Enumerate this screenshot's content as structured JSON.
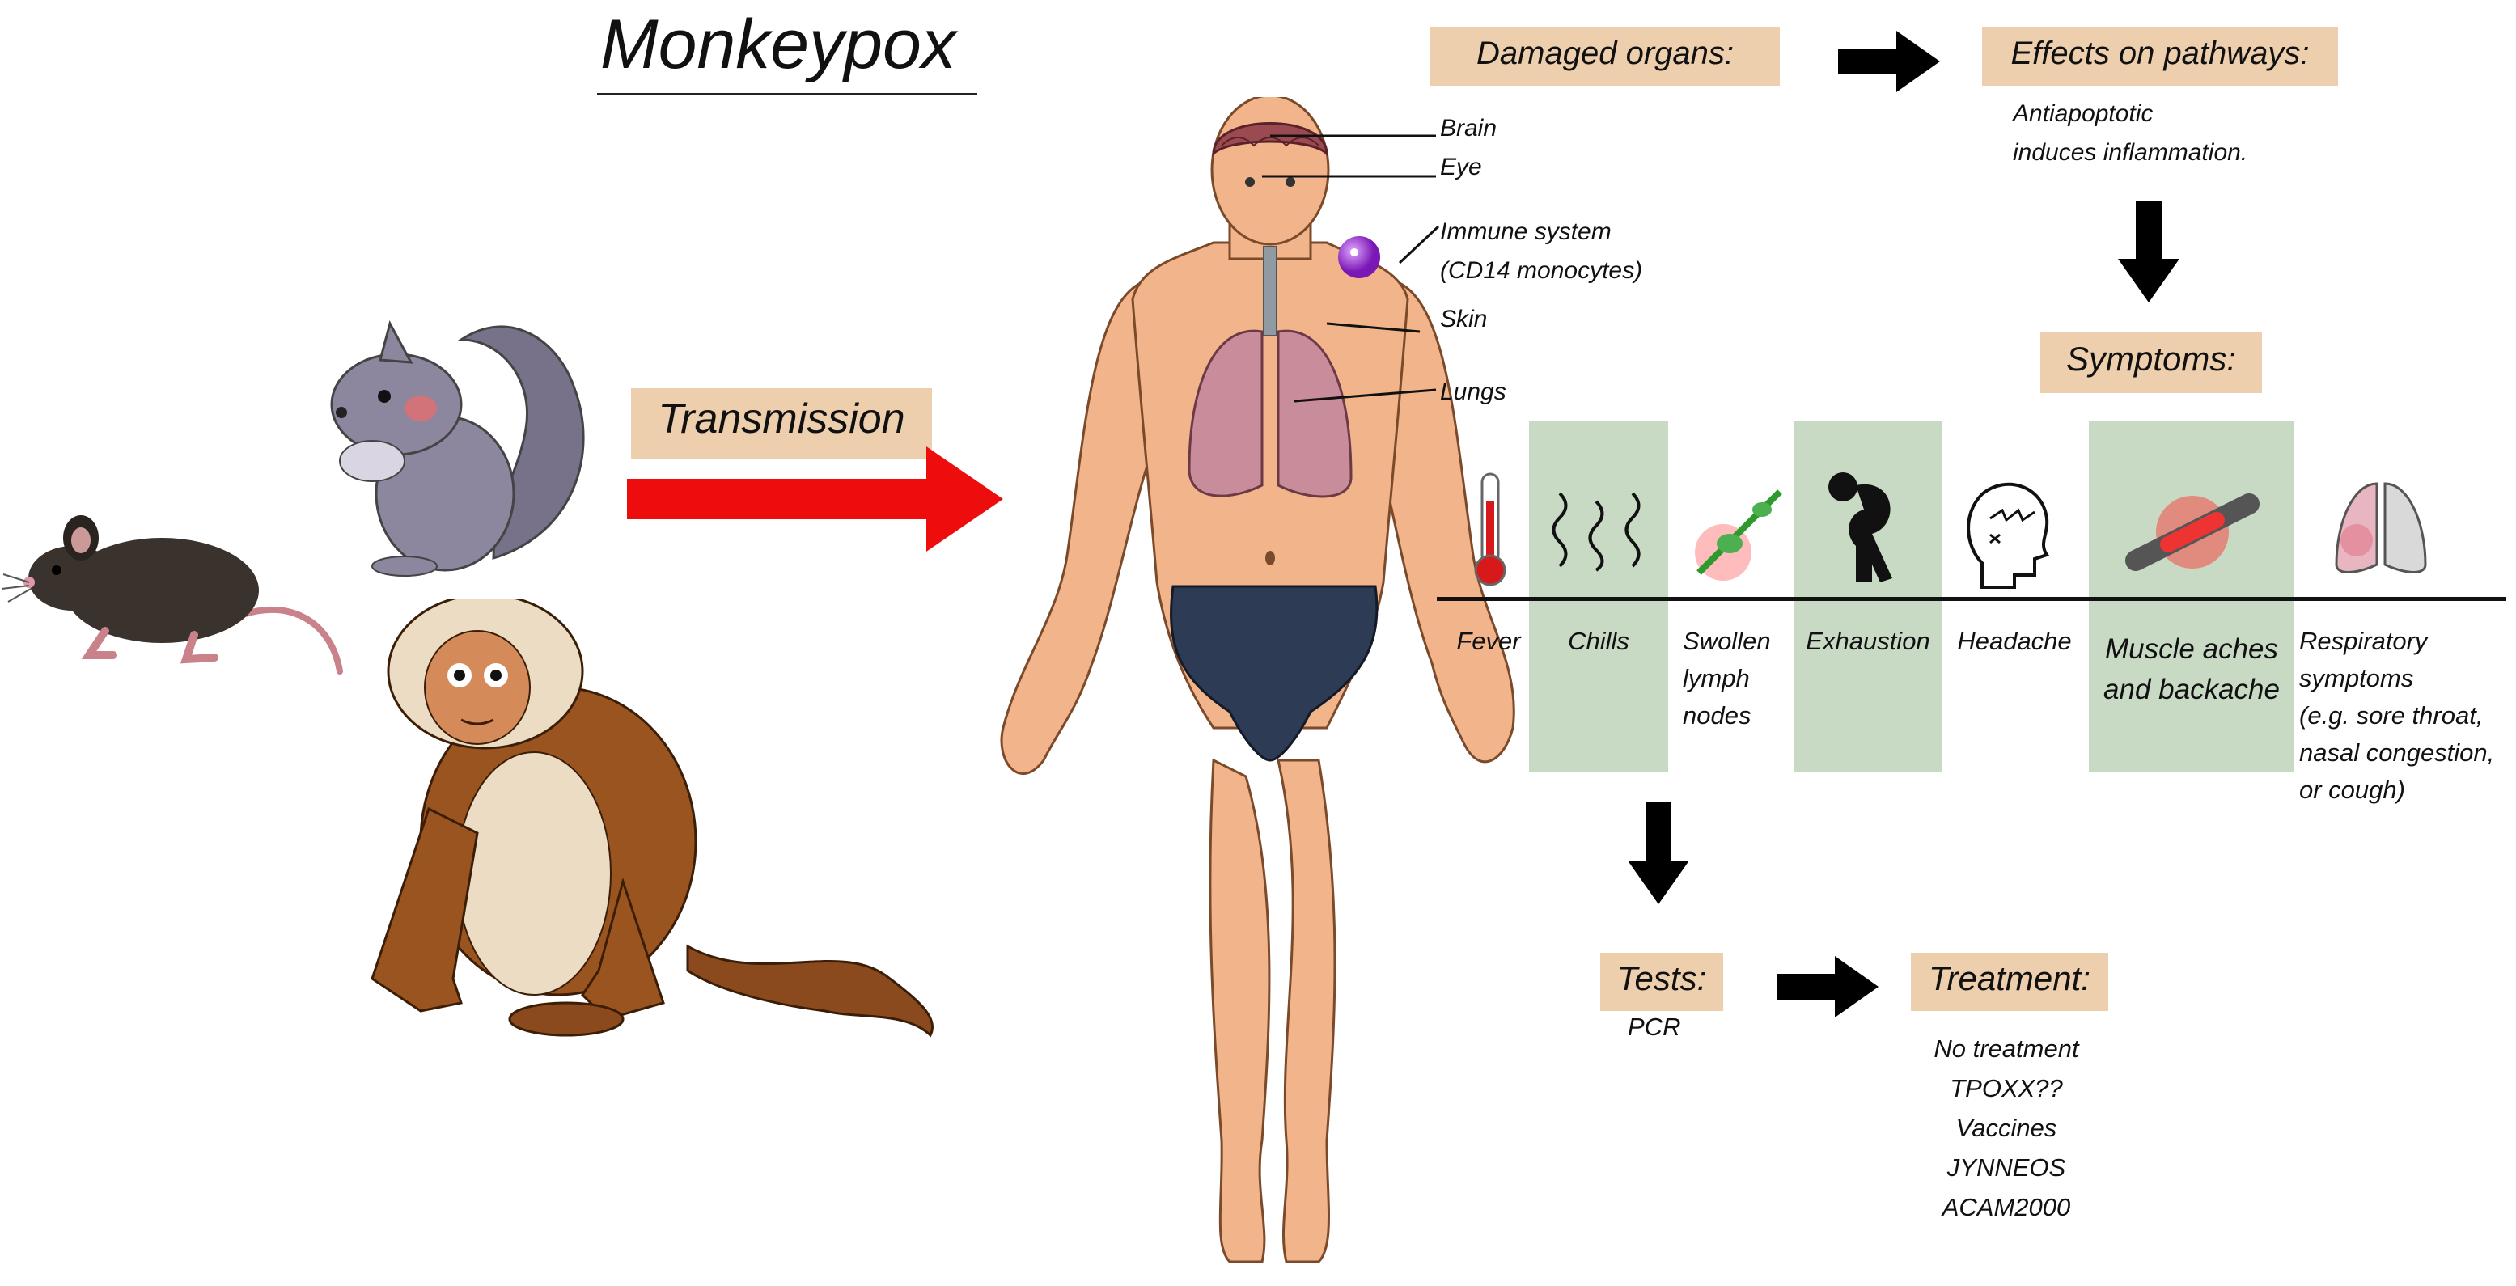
{
  "title": "Monkeypox",
  "transmission": {
    "label": "Transmission"
  },
  "damaged_organs": {
    "label": "Damaged organs:",
    "organs": {
      "brain": "Brain",
      "eye": "Eye",
      "immune_line1": "Immune system",
      "immune_line2": "(CD14 monocytes)",
      "skin": "Skin",
      "lungs": "Lungs"
    }
  },
  "effects": {
    "label": "Effects on pathways:",
    "line1": "Antiapoptotic",
    "line2": "induces inflammation."
  },
  "symptoms": {
    "label": "Symptoms:",
    "items": {
      "fever": {
        "lines": [
          "Fever"
        ],
        "icon": "thermometer-icon"
      },
      "chills": {
        "lines": [
          "Chills"
        ],
        "icon": "chills-wavy-lines-icon"
      },
      "swollen": {
        "lines": [
          "Swollen",
          "lymph",
          "nodes"
        ],
        "icon": "lymph-node-icon"
      },
      "exhaustion": {
        "lines": [
          "Exhaustion"
        ],
        "icon": "exhausted-person-icon"
      },
      "headache": {
        "lines": [
          "Headache"
        ],
        "icon": "head-pain-icon"
      },
      "muscle": {
        "lines": [
          "Muscle aches",
          "and backache"
        ],
        "icon": "muscle-pain-icon"
      },
      "respiratory": {
        "lines": [
          "Respiratory",
          "symptoms",
          "(e.g. sore throat,",
          "nasal congestion,",
          "or cough)"
        ],
        "icon": "lungs-icon"
      }
    }
  },
  "tests": {
    "label": "Tests:",
    "items": [
      "PCR"
    ]
  },
  "treatment": {
    "label": "Treatment:",
    "items": [
      "No treatment",
      "TPOXX??",
      "Vaccines",
      "JYNNEOS",
      "ACAM2000"
    ]
  },
  "colors": {
    "label_box": "#eecfad",
    "highlight_column": "#c8d9c4",
    "transmission_arrow": "#ee0d0d",
    "flow_arrow": "#000000"
  },
  "icons": [
    "rat-icon",
    "squirrel-icon",
    "monkey-icon",
    "human-body-icon",
    "immune-cell-icon"
  ]
}
